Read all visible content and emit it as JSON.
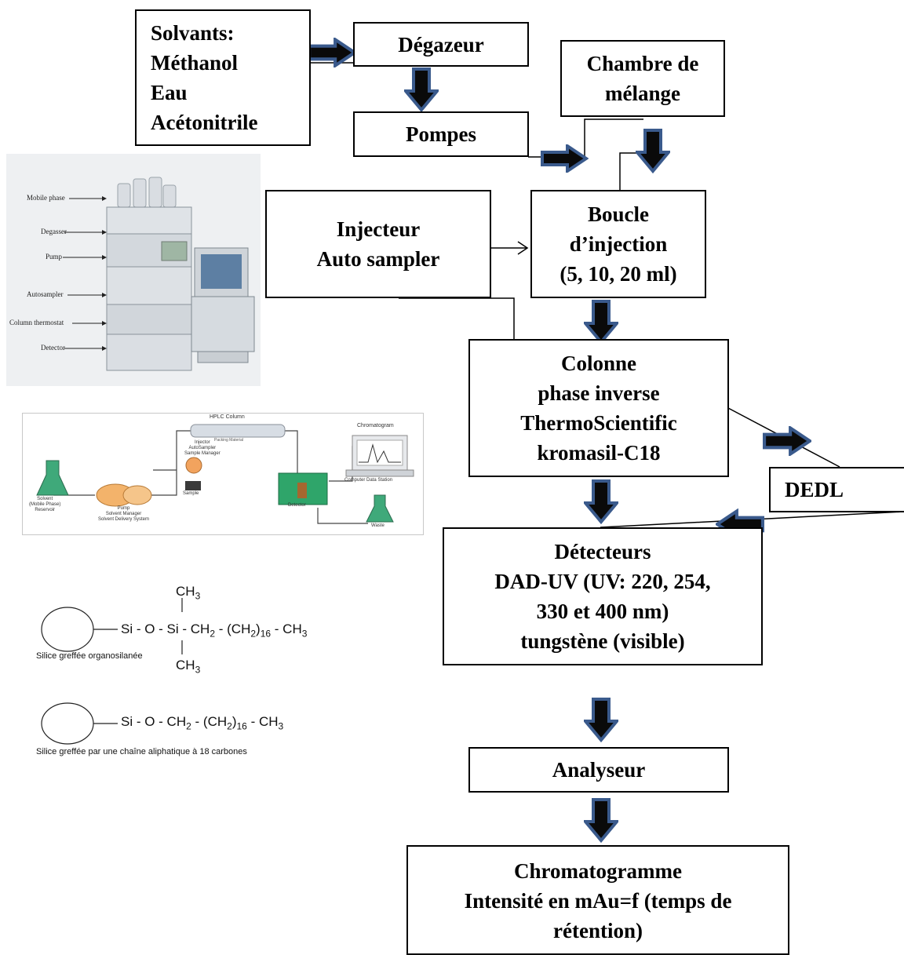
{
  "boxes": {
    "solvants": [
      "Solvants:",
      "Méthanol",
      "Eau",
      "Acétonitrile"
    ],
    "degazeur": [
      "Dégazeur"
    ],
    "pompes": [
      "Pompes"
    ],
    "chambre": [
      "Chambre de",
      "mélange"
    ],
    "injecteur": [
      "Injecteur",
      "Auto sampler"
    ],
    "boucle": [
      "Boucle",
      "d’injection",
      "(5, 10, 20 ml)"
    ],
    "colonne": [
      "Colonne",
      "phase inverse",
      "ThermoScientific",
      "kromasil-C18"
    ],
    "dedl": [
      "DEDL"
    ],
    "detecteurs": [
      "Détecteurs",
      "DAD-UV (UV: 220, 254,",
      "330 et 400 nm)",
      "tungstène (visible)"
    ],
    "analyseur": [
      "Analyseur"
    ],
    "chromatogramme": [
      "Chromatogramme",
      "Intensité en mAu=f (temps de",
      "rétention)"
    ]
  },
  "hplc_photo": {
    "labels": [
      "Mobile phase",
      "Degasser",
      "Pump",
      "Autosampler",
      "Column thermostat",
      "Detector"
    ]
  },
  "schematic": {
    "column_label": "HPLC Column",
    "column_sub": "Packing Material",
    "chromatogram_label": "Chromatogram",
    "computer_label": "Computer Data Station",
    "injector_label": [
      "Injector",
      "AutoSampler",
      "Sample Manager"
    ],
    "solvent_label": [
      "Solvent",
      "(Mobile Phase)",
      "Reservoir"
    ],
    "pump_label": [
      "Pump",
      "Solvent Manager",
      "Solvent Delivery System"
    ],
    "sample_label": "Sample",
    "detector_label": "Detector",
    "waste_label": "Waste"
  },
  "chemistry": {
    "structure1_label": "Silice greffée organosilanée",
    "structure2_label": "Silice greffée par une chaîne aliphatique à 18 carbones"
  },
  "colors": {
    "arrow_fill": "#0a0a0a",
    "arrow_outline": "#3a5a8c"
  }
}
